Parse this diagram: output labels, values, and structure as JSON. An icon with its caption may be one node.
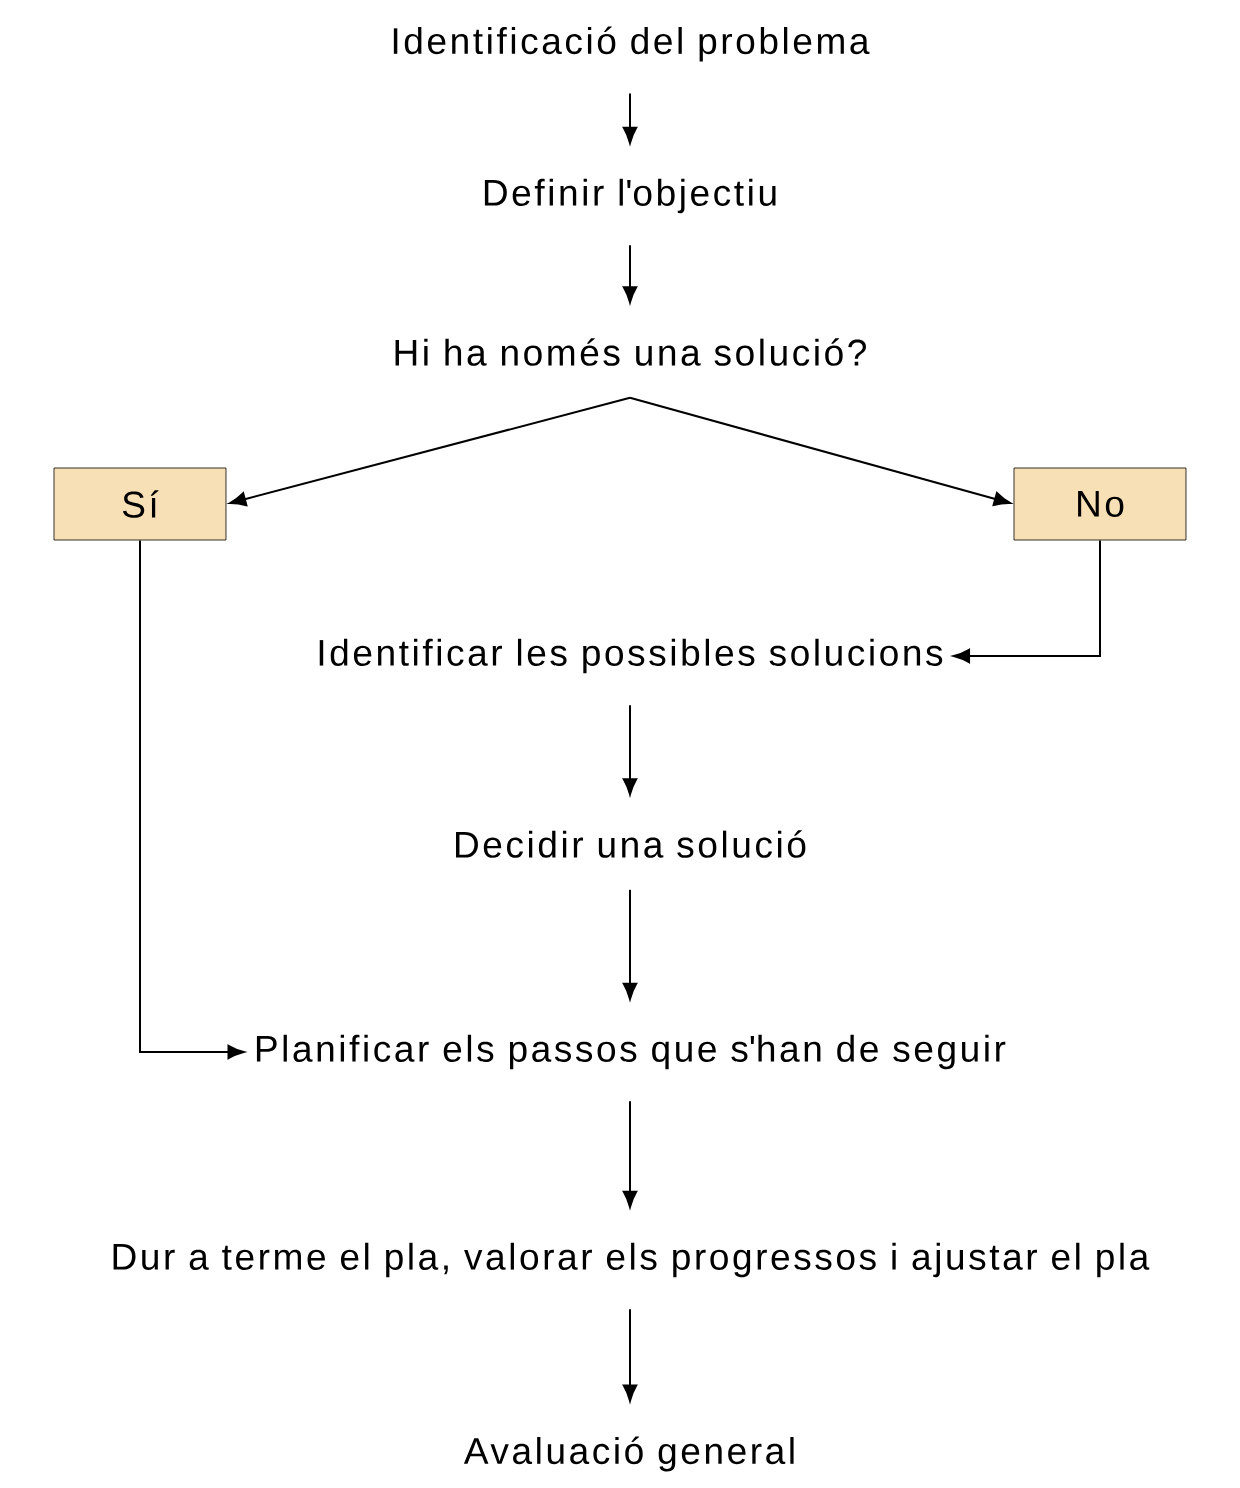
{
  "diagram": {
    "nodes": [
      {
        "text": [
          "Identificació del problema"
        ]
      },
      {
        "text": [
          "Definir l'objectiu"
        ]
      },
      {
        "text": [
          "Hi ha només una solució?"
        ]
      },
      {
        "text": [
          "Sí"
        ]
      },
      {
        "text": [
          "No"
        ]
      },
      {
        "text": [
          "Identificar les possibles solucions"
        ]
      },
      {
        "text": [
          "Decidir una solució"
        ]
      },
      {
        "text": [
          "Planificar els passos que s'han de seguir"
        ]
      },
      {
        "text": [
          "Dur a terme el pla, valorar els progressos i ajustar el pla"
        ]
      },
      {
        "text": [
          "Avaluació general"
        ]
      }
    ],
    "edges": [
      {
        "from": 0,
        "to": 1,
        "arrow": "to"
      },
      {
        "from": 1,
        "to": 2,
        "arrow": "to"
      },
      {
        "from": 2,
        "to": 3,
        "arrow": "to"
      },
      {
        "from": 2,
        "to": 4,
        "arrow": "to"
      },
      {
        "from": 4,
        "to": 5,
        "arrow": "to"
      },
      {
        "from": 5,
        "to": 6,
        "arrow": "to"
      },
      {
        "from": 6,
        "to": 7,
        "arrow": "to"
      },
      {
        "from": 3,
        "to": 7,
        "arrow": "to"
      },
      {
        "from": 7,
        "to": 8,
        "arrow": "to"
      },
      {
        "from": 8,
        "to": 9,
        "arrow": "to"
      }
    ]
  }
}
